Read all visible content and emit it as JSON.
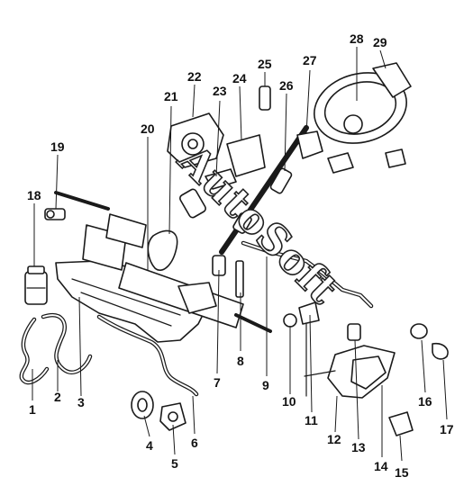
{
  "watermark": "AutoSoft",
  "callouts": [
    "1",
    "2",
    "3",
    "4",
    "5",
    "6",
    "7",
    "8",
    "9",
    "10",
    "11",
    "12",
    "13",
    "14",
    "15",
    "16",
    "17",
    "18",
    "19",
    "20",
    "21",
    "22",
    "23",
    "24",
    "25",
    "26",
    "27",
    "28",
    "29"
  ]
}
